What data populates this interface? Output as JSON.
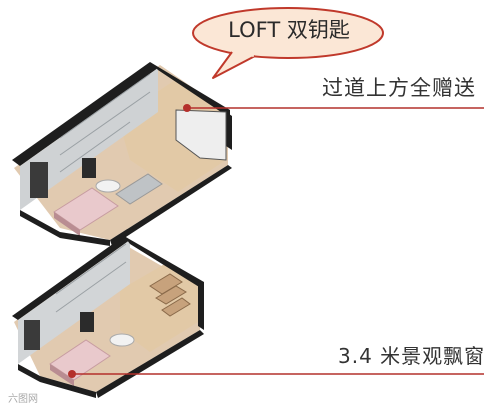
{
  "bubble": {
    "text": "LOFT 双钥匙"
  },
  "annotations": {
    "top": "过道上方全赠送",
    "bottom": "3.4 米景观飘窗"
  },
  "watermark": {
    "text": "六图网"
  },
  "colors": {
    "accent": "#b4302b",
    "bubble_fill": "#fbe7d6",
    "bubble_stroke": "#c0392b",
    "wall": "#1e1e1e",
    "floor": "#d7b896",
    "bed": "#e9c9cc"
  }
}
